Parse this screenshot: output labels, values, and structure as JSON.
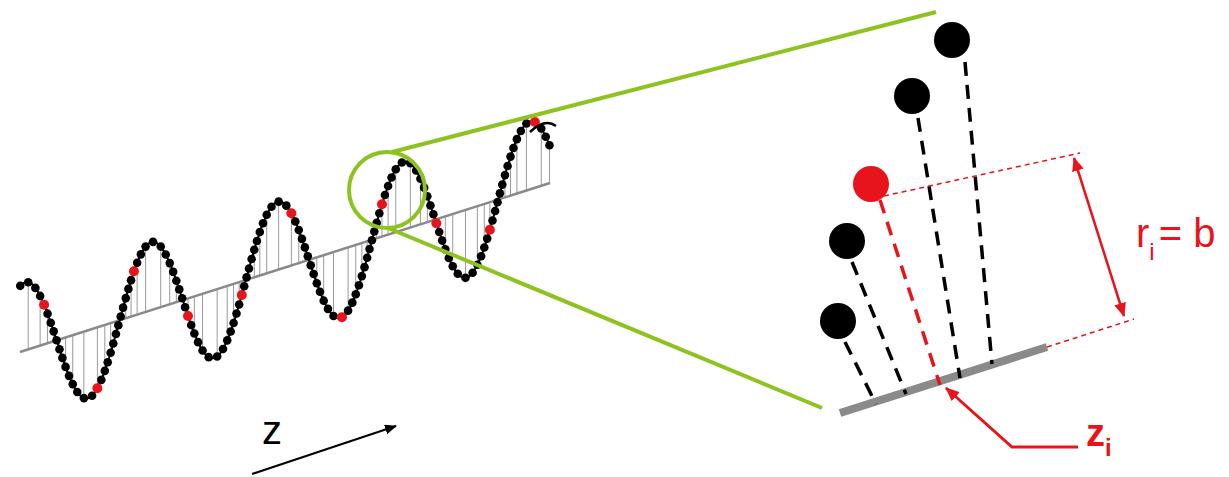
{
  "diagram": {
    "labels": [
      "z",
      "r",
      "i",
      "= b",
      "z",
      "i"
    ]
  }
}
